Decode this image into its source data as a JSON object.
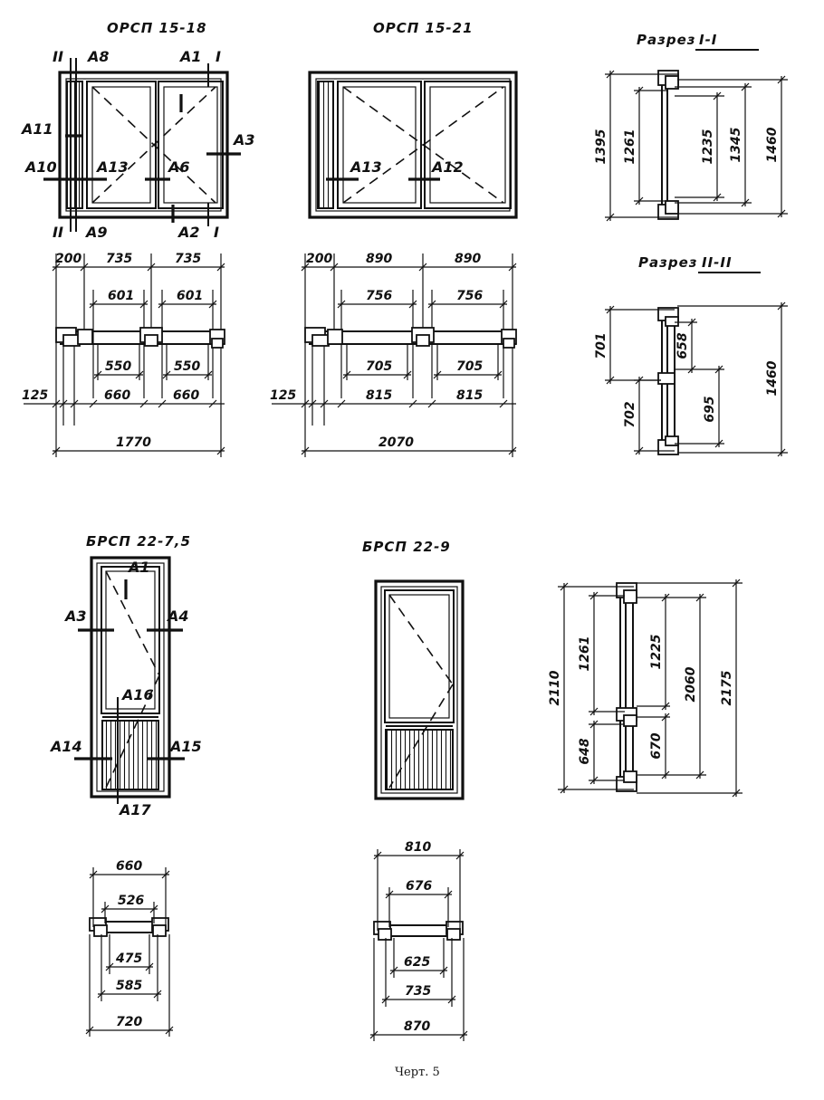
{
  "titles": {
    "orsp1518": "ОРСП 15-18",
    "orsp1521": "ОРСП 15-21",
    "section1_prefix": "Разрез",
    "section1_mark": "I-I",
    "section2_prefix": "Разрез",
    "section2_mark": "II-II",
    "brsp2275": "БРСП 22-7,5",
    "brsp229": "БРСП 22-9"
  },
  "marks": {
    "m_II": "II",
    "m_I": "I",
    "A1": "A1",
    "A2": "A2",
    "A3": "A3",
    "A4": "A4",
    "A6": "A6",
    "A8": "A8",
    "A9": "A9",
    "A10": "A10",
    "A11": "A11",
    "A12": "A12",
    "A13": "A13",
    "A14": "A14",
    "A15": "A15",
    "A16": "A16",
    "A17": "A17"
  },
  "dims_orsp1518": {
    "d200": "200",
    "d735a": "735",
    "d735b": "735",
    "d601a": "601",
    "d601b": "601",
    "d550a": "550",
    "d550b": "550",
    "d125": "125",
    "d660a": "660",
    "d660b": "660",
    "d1770": "1770"
  },
  "dims_orsp1521": {
    "d200": "200",
    "d890a": "890",
    "d890b": "890",
    "d756a": "756",
    "d756b": "756",
    "d705a": "705",
    "d705b": "705",
    "d125": "125",
    "d815a": "815",
    "d815b": "815",
    "d2070": "2070"
  },
  "dims_section1": {
    "d1395": "1395",
    "d1261": "1261",
    "d1235": "1235",
    "d1345": "1345",
    "d1460": "1460"
  },
  "dims_section2": {
    "d701": "701",
    "d658": "658",
    "d1460": "1460",
    "d702": "702",
    "d695": "695"
  },
  "dims_door_section": {
    "d2110": "2110",
    "d1261": "1261",
    "d1225": "1225",
    "d2060": "2060",
    "d2175": "2175",
    "d648": "648",
    "d670": "670"
  },
  "dims_brsp2275": {
    "d660": "660",
    "d526": "526",
    "d475": "475",
    "d585": "585",
    "d720": "720"
  },
  "dims_brsp229": {
    "d810": "810",
    "d676": "676",
    "d625": "625",
    "d735": "735",
    "d870": "870"
  },
  "caption": "Черт. 5"
}
